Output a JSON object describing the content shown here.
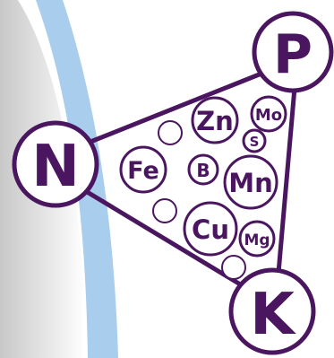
{
  "diagram": {
    "colors": {
      "purple": "#4b1660",
      "blue_band": "#a9cdec",
      "grey_left": "#d9d9d9",
      "white": "#ffffff"
    },
    "macronutrients": {
      "n": "N",
      "p": "P",
      "k": "K"
    },
    "micronutrients": {
      "zn": "Zn",
      "mo": "Mo",
      "s": "S",
      "fe": "Fe",
      "b": "B",
      "mn": "Mn",
      "cu": "Cu",
      "mg": "Mg"
    }
  }
}
